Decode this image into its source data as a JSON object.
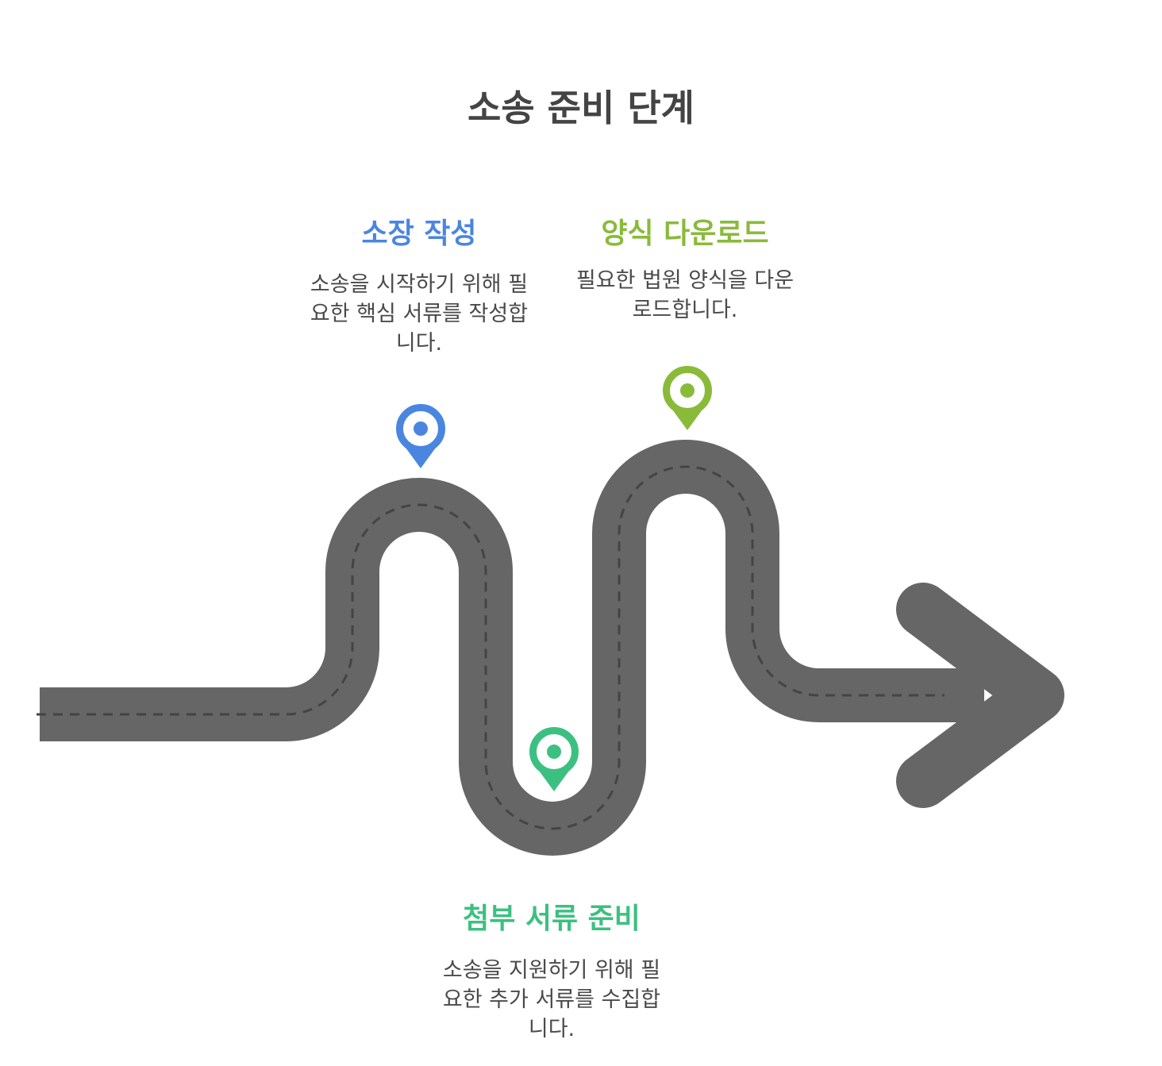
{
  "title": "소송 준비 단계",
  "steps": [
    {
      "title": "소장 작성",
      "description": "소송을 시작하기 위해 필요한 핵심 서류를 작성합니다.",
      "color": "#4a86e0",
      "icon": "location-pin-icon"
    },
    {
      "title": "첨부 서류 준비",
      "description": "소송을 지원하기 위해 필요한 추가 서류를 수집합니다.",
      "color": "#3cc081",
      "icon": "location-pin-icon"
    },
    {
      "title": "양식 다운로드",
      "description": "필요한 법원 양식을 다운로드합니다.",
      "color": "#8aba3a",
      "icon": "location-pin-icon"
    }
  ],
  "colors": {
    "road": "#666666",
    "lane_marking": "#444444",
    "title_text": "#444444",
    "body_text": "#4a4a4a"
  }
}
